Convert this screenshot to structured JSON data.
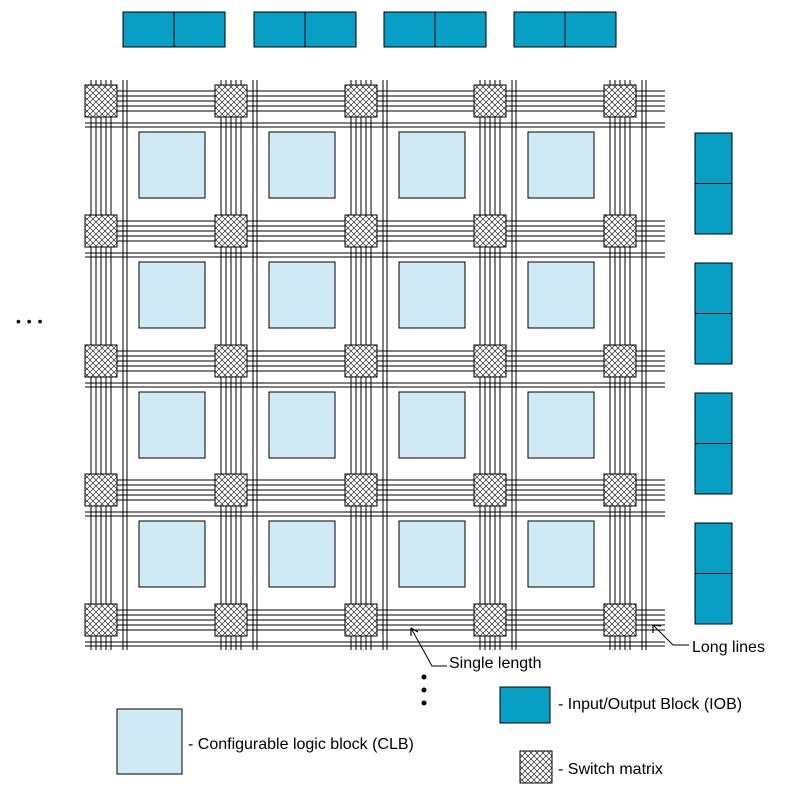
{
  "colors": {
    "clb_fill": "#cfeaf4",
    "iob_fill": "#079fc4",
    "line": "#000000",
    "background": "#ffffff"
  },
  "labels": {
    "single_length": "Single length",
    "long_lines": "Long lines"
  },
  "legend": {
    "iob": "- Input/Output Block (IOB)",
    "clb": "- Configurable logic block (CLB)",
    "switch": "- Switch matrix"
  },
  "ellipsis_left": "• • •"
}
